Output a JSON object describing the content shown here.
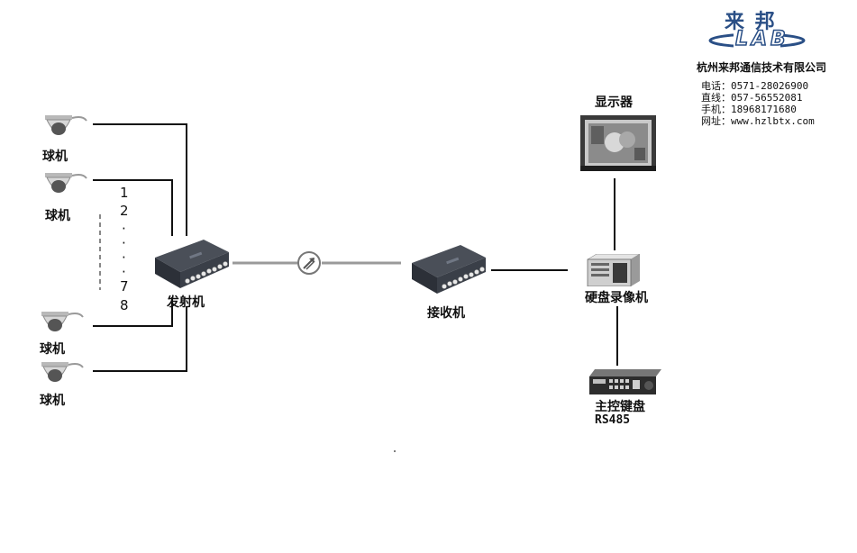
{
  "logo": {
    "chinese": "来 邦",
    "latin": "LAB"
  },
  "company": {
    "name": "杭州来邦通信技术有限公司",
    "contacts": [
      {
        "label": "电话：",
        "value": "0571-28026900"
      },
      {
        "label": "直线：",
        "value": "057-56552081"
      },
      {
        "label": "手机：",
        "value": "18968171680"
      },
      {
        "label": "网址：",
        "value": "www.hzlbtx.com"
      }
    ]
  },
  "cameras": [
    "球机",
    "球机",
    "球机",
    "球机"
  ],
  "channel_numbers": [
    "1",
    "2",
    "·",
    "·",
    "·",
    "·",
    "7",
    "8"
  ],
  "devices": {
    "transmitter": "发射机",
    "receiver": "接收机",
    "monitor": "显示器",
    "dvr": "硬盘录像机",
    "keyboard": "主控键盘",
    "keyboard_protocol": "RS485"
  },
  "icons": {
    "camera": "dome-camera-icon",
    "optical_link": "fiber-link-icon",
    "transmitter": "optical-transmitter-icon",
    "receiver": "optical-receiver-icon",
    "monitor": "monitor-icon",
    "dvr": "dvr-icon",
    "keyboard": "control-keyboard-icon"
  },
  "colors": {
    "logo_blue": "#2a4f86",
    "wire": "#111111",
    "fiber": "#9a9a9a"
  }
}
